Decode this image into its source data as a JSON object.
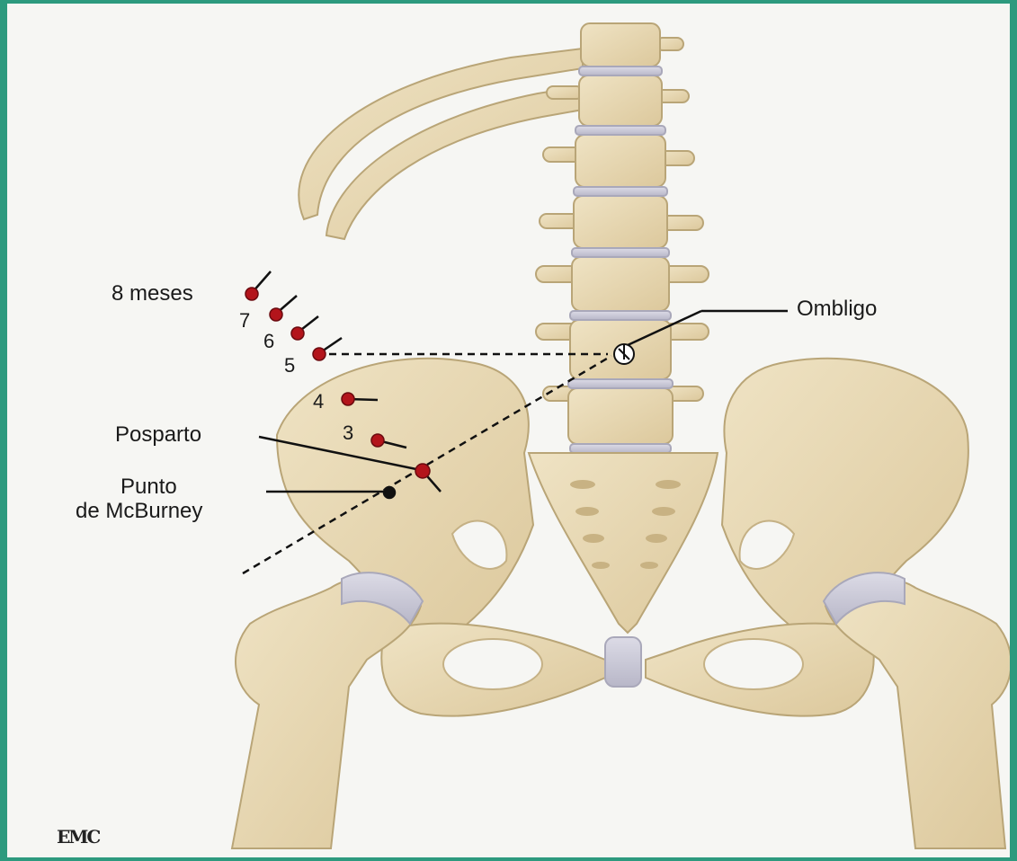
{
  "labels": {
    "months8": "8 meses",
    "m7": "7",
    "m6": "6",
    "m5": "5",
    "m4": "4",
    "m3": "3",
    "posparto": "Posparto",
    "punto": "Punto",
    "mcburney": "de McBurney",
    "ombligo": "Ombligo"
  },
  "logo": "EMC",
  "colors": {
    "bone": "#e8d9b3",
    "bone_shadow": "#cdb98c",
    "cartilage": "#c9c8d6",
    "pin_head": "#b3141b",
    "mcburney_dot": "#111111",
    "frame": "#2d9a7e"
  }
}
